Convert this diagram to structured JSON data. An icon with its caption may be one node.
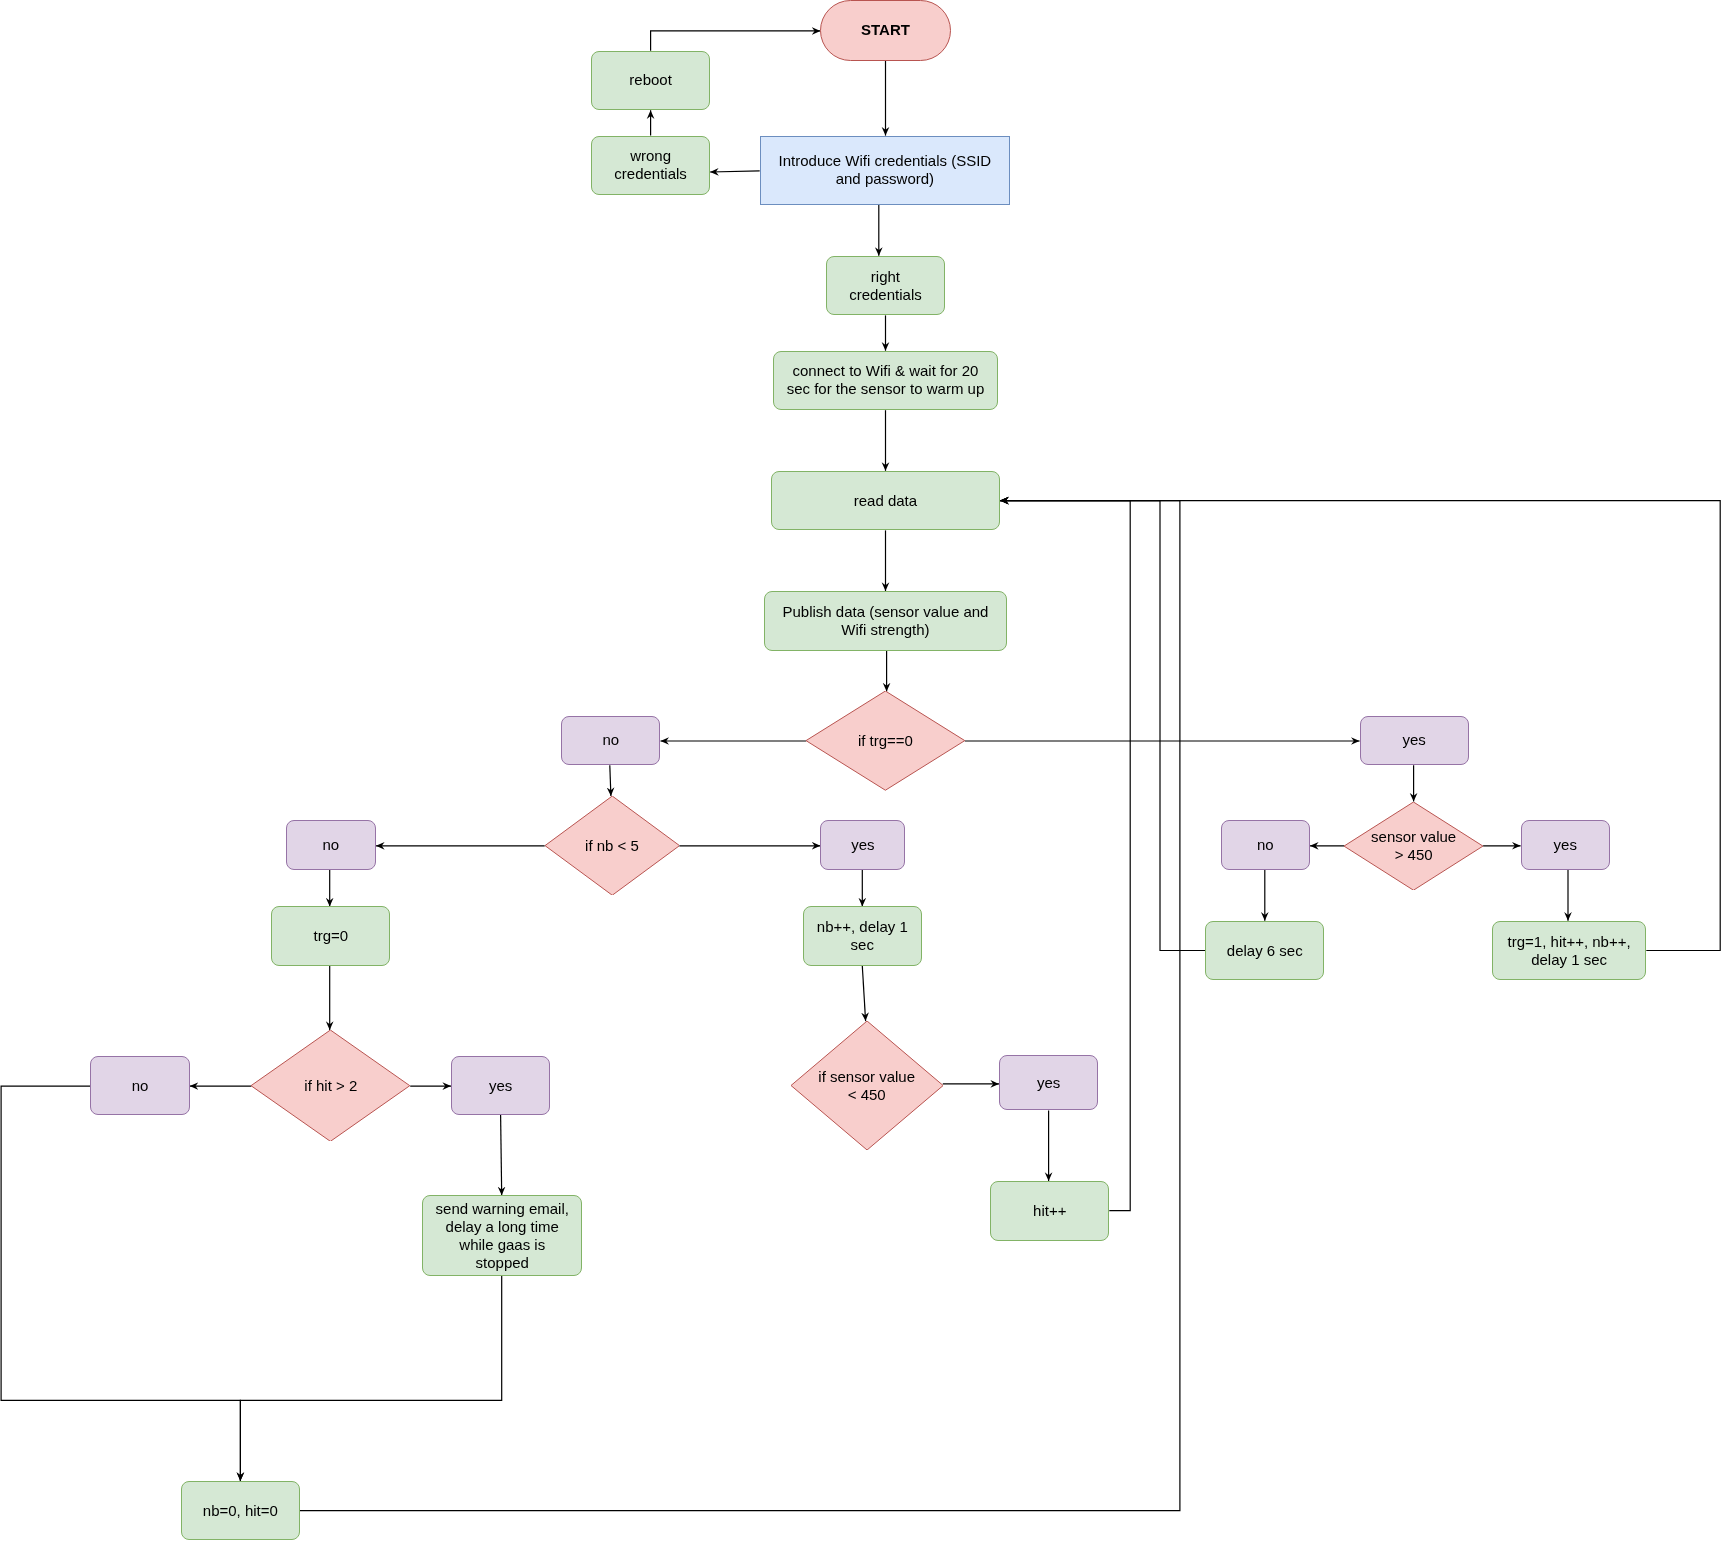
{
  "diagram": {
    "nodes": [
      {
        "text": [
          "START"
        ]
      },
      {
        "text": [
          "reboot"
        ]
      },
      {
        "text": [
          "wrong credentials"
        ]
      },
      {
        "text": [
          "Introduce Wifi credentials (SSID and password)"
        ]
      },
      {
        "text": [
          "right credentials"
        ]
      },
      {
        "text": [
          "connect to Wifi & wait for 20 sec for the sensor to warm up"
        ]
      },
      {
        "text": [
          "read data"
        ]
      },
      {
        "text": [
          "Publish data (sensor value and Wifi strength)"
        ]
      },
      {
        "text": [
          "if trg==0"
        ]
      },
      {
        "text": [
          "no"
        ]
      },
      {
        "text": [
          "yes"
        ]
      },
      {
        "text": [
          "if nb < 5"
        ]
      },
      {
        "text": [
          "no"
        ]
      },
      {
        "text": [
          "yes"
        ]
      },
      {
        "text": [
          "sensor value > 450"
        ]
      },
      {
        "text": [
          "no"
        ]
      },
      {
        "text": [
          "yes"
        ]
      },
      {
        "text": [
          "trg=0"
        ]
      },
      {
        "text": [
          "nb++, delay 1 sec"
        ]
      },
      {
        "text": [
          "delay 6 sec"
        ]
      },
      {
        "text": [
          "trg=1, hit++, nb++, delay 1 sec"
        ]
      },
      {
        "text": [
          "if hit > 2"
        ]
      },
      {
        "text": [
          "no"
        ]
      },
      {
        "text": [
          "yes"
        ]
      },
      {
        "text": [
          "if sensor value < 450"
        ]
      },
      {
        "text": [
          "yes"
        ]
      },
      {
        "text": [
          "send warning email, delay a long time while gaas is stopped"
        ]
      },
      {
        "text": [
          "hit++"
        ]
      },
      {
        "text": [
          "nb=0, hit=0"
        ]
      }
    ],
    "edges": [
      {
        "from": 0,
        "to": 3,
        "arrow": "to"
      },
      {
        "from": 3,
        "to": 2,
        "arrow": "to"
      },
      {
        "from": 2,
        "to": 1,
        "arrow": "to"
      },
      {
        "from": 1,
        "to": 0,
        "arrow": "to"
      },
      {
        "from": 3,
        "to": 4,
        "arrow": "to"
      },
      {
        "from": 4,
        "to": 5,
        "arrow": "to"
      },
      {
        "from": 5,
        "to": 6,
        "arrow": "to"
      },
      {
        "from": 6,
        "to": 7,
        "arrow": "to"
      },
      {
        "from": 7,
        "to": 8,
        "arrow": "to"
      },
      {
        "from": 8,
        "to": 9,
        "arrow": "to"
      },
      {
        "from": 8,
        "to": 10,
        "arrow": "to"
      },
      {
        "from": 9,
        "to": 11,
        "arrow": "to"
      },
      {
        "from": 11,
        "to": 12,
        "arrow": "to"
      },
      {
        "from": 11,
        "to": 13,
        "arrow": "to"
      },
      {
        "from": 10,
        "to": 14,
        "arrow": "to"
      },
      {
        "from": 14,
        "to": 15,
        "arrow": "to"
      },
      {
        "from": 14,
        "to": 16,
        "arrow": "to"
      },
      {
        "from": 12,
        "to": 17,
        "arrow": "to"
      },
      {
        "from": 13,
        "to": 18,
        "arrow": "to"
      },
      {
        "from": 15,
        "to": 19,
        "arrow": "to"
      },
      {
        "from": 16,
        "to": 20,
        "arrow": "to"
      },
      {
        "from": 17,
        "to": 21,
        "arrow": "to"
      },
      {
        "from": 18,
        "to": 24,
        "arrow": "to"
      },
      {
        "from": 21,
        "to": 22,
        "arrow": "to"
      },
      {
        "from": 21,
        "to": 23,
        "arrow": "to"
      },
      {
        "from": 24,
        "to": 25,
        "arrow": "to"
      },
      {
        "from": 23,
        "to": 26,
        "arrow": "to"
      },
      {
        "from": 25,
        "to": 27,
        "arrow": "to"
      },
      {
        "from": 27,
        "to": 6,
        "arrow": "to"
      },
      {
        "from": 19,
        "to": 6,
        "arrow": "to"
      },
      {
        "from": 20,
        "to": 6,
        "arrow": "to"
      },
      {
        "from": 22,
        "to": 28,
        "arrow": "to"
      },
      {
        "from": 26,
        "to": 28,
        "arrow": "to"
      },
      {
        "from": 28,
        "to": 6,
        "arrow": "to"
      }
    ]
  }
}
